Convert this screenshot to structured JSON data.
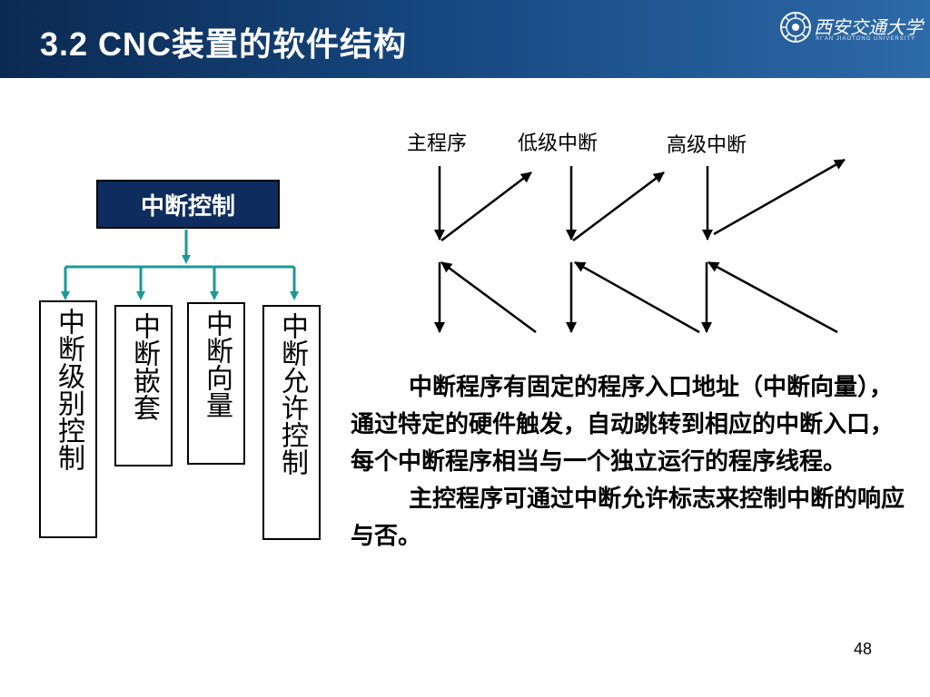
{
  "header": {
    "title": "3.2  CNC装置的软件结构",
    "logo_text": "西安交通大学",
    "logo_sub": "XI'AN JIAOTONG UNIVERSITY",
    "colors": {
      "header_dark": "#0b2a52",
      "header_light": "#2d6aa8"
    }
  },
  "tree": {
    "root": "中断控制",
    "children": [
      "中断级别控制",
      "中断嵌套",
      "中断向量",
      "中断允许控制"
    ],
    "connector_color": "#1a9a96"
  },
  "timeline": {
    "labels": [
      "主程序",
      "低级中断",
      "高级中断"
    ]
  },
  "paragraphs": [
    "中断程序有固定的程序入口地址（中断向量），通过特定的硬件触发，自动跳转到相应的中断入口，每个中断程序相当与一个独立运行的程序线程。",
    "主控程序可通过中断允许标志来控制中断的响应与否。"
  ],
  "page_number": "48"
}
